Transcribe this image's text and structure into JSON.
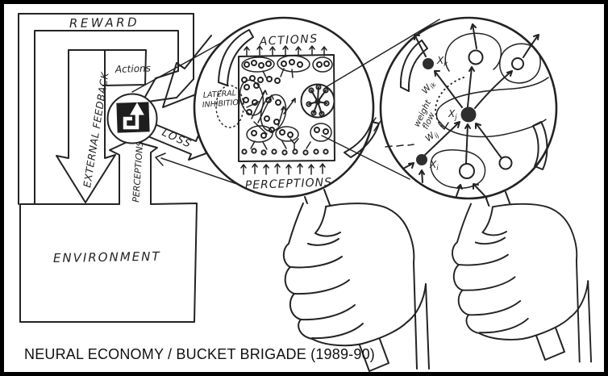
{
  "colors": {
    "ink": "#232323",
    "paper": "#ffffff",
    "frame": "#000000"
  },
  "caption": {
    "title": "NEURAL ECONOMY / BUCKET BRIGADE (1989-90)"
  },
  "flow_diagram": {
    "reward_label": "REWARD",
    "actions_label": "Actions",
    "external_feedback_label": "EXTERNAL FEEDBACK",
    "perceptions_label": "PERCEPTIONS",
    "loss_label": "LOSS",
    "environment_label": "ENVIRONMENT"
  },
  "network_lens": {
    "actions_label": "ACTIONS",
    "perceptions_label": "PERCEPTIONS",
    "lateral_inhibition_label": {
      "line1": "LATERAL",
      "line2": "INHIBITION"
    }
  },
  "weight_lens": {
    "weight_flow_label": {
      "line1": "weight",
      "line2": "flow"
    },
    "w_ik": {
      "base": "W",
      "sub": "ik"
    },
    "w_ij": {
      "base": "W",
      "sub": "ij"
    },
    "x_k": {
      "base": "X",
      "sub": "k"
    },
    "x_j": {
      "base": "X",
      "sub": "j"
    },
    "x_i": {
      "base": "X",
      "sub": "i"
    }
  }
}
